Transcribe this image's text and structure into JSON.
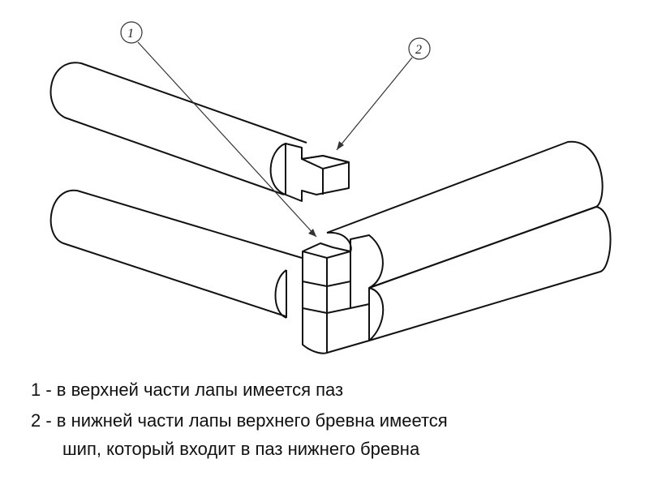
{
  "diagram": {
    "title": "Log corner joint with tenon and groove",
    "callouts": [
      {
        "label": "1"
      },
      {
        "label": "2"
      }
    ]
  },
  "legend": {
    "line1": "1 - в верхней части лапы имеется паз",
    "line2": "2 - в нижней части лапы верхнего бревна имеется",
    "line3": "шип, который входит в паз нижнего бревна"
  }
}
